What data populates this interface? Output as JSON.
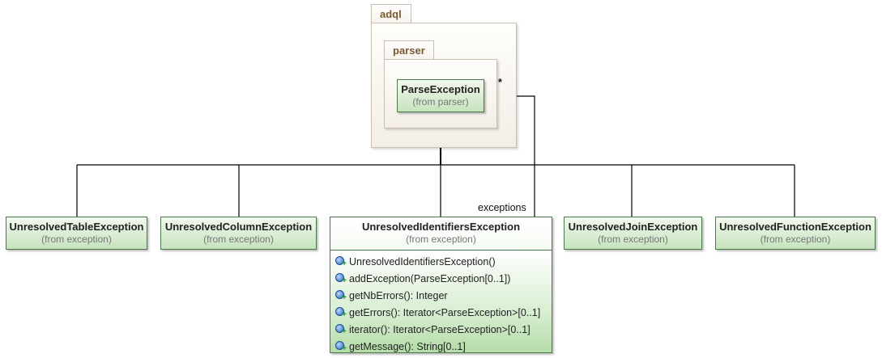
{
  "packages": {
    "outer": {
      "name": "adql"
    },
    "inner": {
      "name": "parser"
    }
  },
  "classes": {
    "parse_exception": {
      "name": "ParseException",
      "from": "(from parser)"
    },
    "unresolved_table": {
      "name": "UnresolvedTableException",
      "from": "(from exception)"
    },
    "unresolved_column": {
      "name": "UnresolvedColumnException",
      "from": "(from exception)"
    },
    "unresolved_identifiers": {
      "name": "UnresolvedIdentifiersException",
      "from": "(from exception)",
      "operations": [
        "UnresolvedIdentifiersException()",
        "addException(ParseException[0..1])",
        "getNbErrors(): Integer",
        "getErrors(): Iterator<ParseException>[0..1]",
        "iterator(): Iterator<ParseException>[0..1]",
        "getMessage(): String[0..1]"
      ]
    },
    "unresolved_join": {
      "name": "UnresolvedJoinException",
      "from": "(from exception)"
    },
    "unresolved_function": {
      "name": "UnresolvedFunctionException",
      "from": "(from exception)"
    }
  },
  "association": {
    "role": "exceptions",
    "multiplicity": "*"
  },
  "colors": {
    "class_border": "#4a7a4a",
    "class_fill": "#c6e3bd",
    "package_border": "#c9bfae",
    "package_text": "#7a5a32"
  }
}
